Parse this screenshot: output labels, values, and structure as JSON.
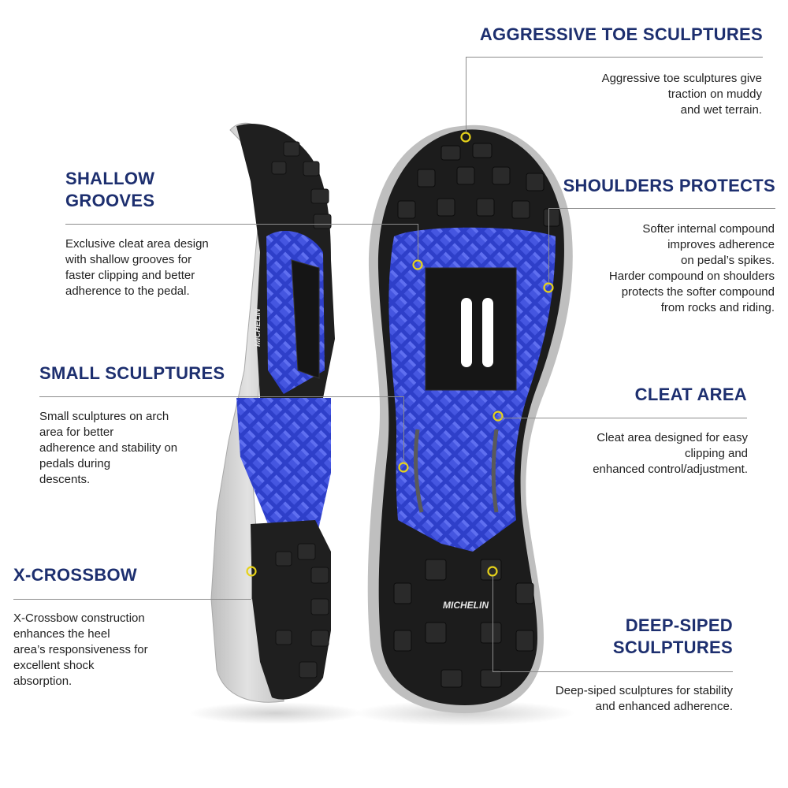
{
  "colors": {
    "heading": "#1d2f6f",
    "text": "#222222",
    "leader": "#8c8c8c",
    "marker": "#e6d21a",
    "sole_blue": "#2e3fc9",
    "rubber_black": "#1c1c1c",
    "midsole_gray": "#c9c9c9"
  },
  "brand": "MICHELIN",
  "callouts": {
    "aggressive_toe": {
      "title": "AGGRESSIVE TOE SCULPTURES",
      "lines": [
        "Aggressive toe sculptures give",
        "traction on muddy",
        "and wet terrain."
      ]
    },
    "shallow_grooves": {
      "title_lines": [
        "SHALLOW",
        "GROOVES"
      ],
      "lines": [
        "Exclusive cleat area design",
        "with shallow grooves for",
        "faster clipping and better",
        "adherence to the pedal."
      ]
    },
    "shoulders": {
      "title": "SHOULDERS PROTECTS",
      "lines": [
        "Softer internal compound",
        "improves adherence",
        "on pedal’s spikes.",
        "Harder compound on shoulders",
        "protects the softer compound",
        "from rocks and riding."
      ]
    },
    "small_sculptures": {
      "title": "SMALL SCULPTURES",
      "lines": [
        "Small sculptures on arch",
        "area for better",
        "adherence and stability on",
        "pedals during",
        "descents."
      ]
    },
    "cleat_area": {
      "title": "CLEAT AREA",
      "lines": [
        "Cleat area designed for easy",
        "clipping and",
        "enhanced control/adjustment."
      ]
    },
    "x_crossbow": {
      "title": "X-CROSSBOW",
      "lines": [
        "X-Crossbow construction",
        "enhances the heel",
        "area’s responsiveness for",
        "excellent shock",
        "absorption."
      ]
    },
    "deep_siped": {
      "title_lines": [
        "DEEP-SIPED",
        "SCULPTURES"
      ],
      "lines": [
        "Deep-siped sculptures for stability",
        "and enhanced adherence."
      ]
    }
  }
}
